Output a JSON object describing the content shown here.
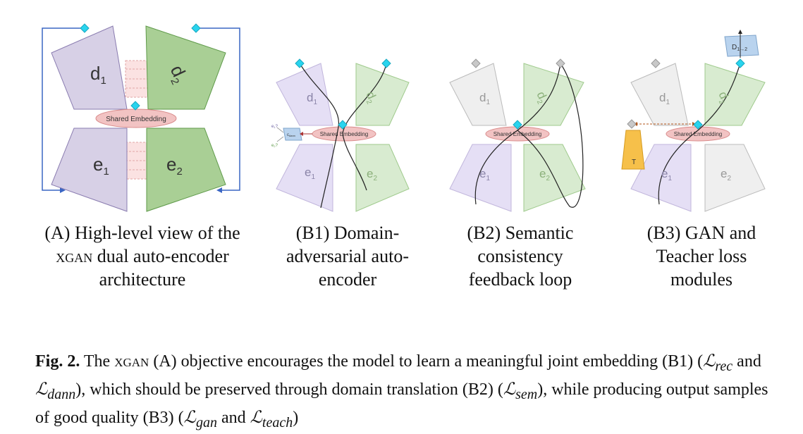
{
  "panels": [
    {
      "id": "A",
      "caption_prefix": "(A) High-level view of the ",
      "caption_smallcaps": "xgan",
      "caption_suffix": " dual auto-encoder architecture"
    },
    {
      "id": "B1",
      "caption": "(B1) Domain-adversarial auto-encoder"
    },
    {
      "id": "B2",
      "caption": "(B2) Semantic consistency feedback loop"
    },
    {
      "id": "B3",
      "caption": "(B3) GAN and Teacher loss modules"
    }
  ],
  "diagram_labels": {
    "decoder_1": "d",
    "decoder_2": "d",
    "encoder_1": "e",
    "encoder_2": "e",
    "sub_1": "1",
    "sub_2": "2",
    "shared_embedding": "Shared Embedding",
    "dann_classifier": "c",
    "dann_sub": "dann",
    "dann_out_1": "e",
    "dann_out_2": "e",
    "dann_q": "?",
    "gan_discriminator": "D",
    "gan_sub": "1→2",
    "teacher": "T"
  },
  "colors": {
    "domain1_fill": "#d7d0e6",
    "domain1_stroke": "#8a7cb0",
    "domain2_fill": "#a9cf95",
    "domain2_stroke": "#5f9a4a",
    "faded_domain1": "#e5dff5",
    "faded_domain2": "#d8ebd0",
    "gray_fill": "#efefef",
    "embedding_fill": "#f2c3c3",
    "embedding_stroke": "#d98b8b",
    "diamond": "#29d4ee",
    "arrow_blue": "#3a66c4",
    "teacher_fill": "#f6c04a",
    "discriminator_fill": "#b9d3ee",
    "dashed_orange": "#b0561a"
  },
  "figure_caption": {
    "label": "Fig. 2.",
    "part1": " The ",
    "smallcaps": "xgan",
    "part2": " (A) objective encourages the model to learn a meaningful joint embedding (B1) (",
    "loss_rec": "ℒ",
    "loss_rec_sub": "rec",
    "and1": " and ",
    "loss_dann": "ℒ",
    "loss_dann_sub": "dann",
    "part3": "), which should be preserved through domain translation (B2) (",
    "loss_sem": "ℒ",
    "loss_sem_sub": "sem",
    "part4": "), while producing output samples of good quality (B3) (",
    "loss_gan": "ℒ",
    "loss_gan_sub": "gan",
    "and2": " and ",
    "loss_teach": "ℒ",
    "loss_teach_sub": "teach",
    "part5": ")"
  }
}
